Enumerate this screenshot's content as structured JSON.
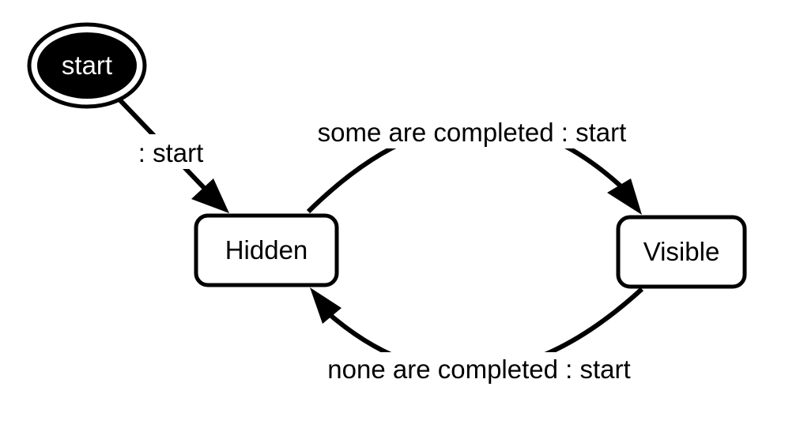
{
  "diagram": {
    "nodes": {
      "start": {
        "label": "start"
      },
      "hidden": {
        "label": "Hidden"
      },
      "visible": {
        "label": "Visible"
      }
    },
    "edges": {
      "start_to_hidden": {
        "label": ": start"
      },
      "hidden_to_visible": {
        "label": "some are completed : start"
      },
      "visible_to_hidden": {
        "label": "none are completed : start"
      }
    }
  },
  "colors": {
    "stroke": "#000000",
    "background": "#ffffff",
    "start_fill": "#000000",
    "start_text": "#ffffff"
  }
}
